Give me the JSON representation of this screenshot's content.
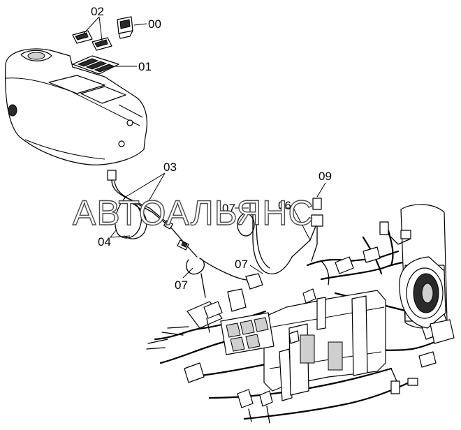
{
  "diagram": {
    "watermark": "АВТОАЛЬЯНС",
    "callouts": {
      "c00": "00",
      "c01": "01",
      "c02": "02",
      "c03": "03",
      "c04": "04",
      "c06": "06",
      "c07_top": "07",
      "c07_mid": "07",
      "c07_low": "07",
      "c09": "09"
    }
  }
}
